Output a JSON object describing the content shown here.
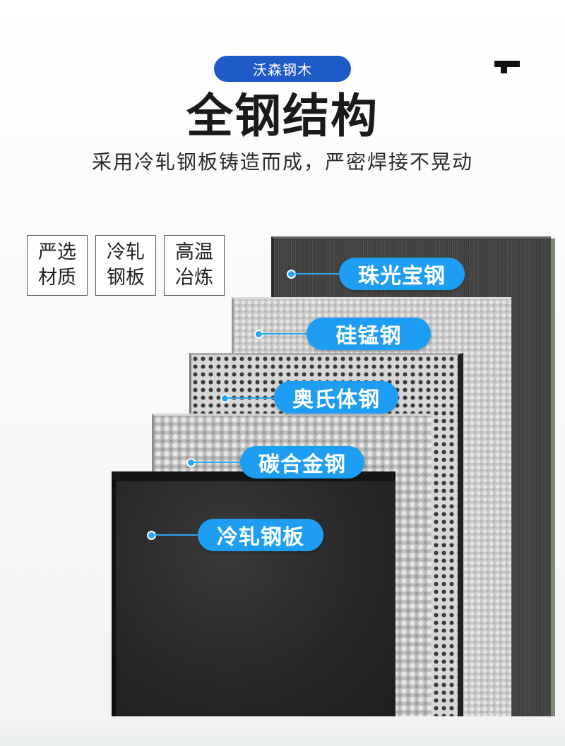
{
  "header": {
    "brand": "沃森钢木",
    "title": "全钢结构",
    "subtitle": "采用冷轧钢板铸造而成，严密焊接不晃动"
  },
  "features": [
    {
      "line1": "严选",
      "line2": "材质"
    },
    {
      "line1": "冷轧",
      "line2": "钢板"
    },
    {
      "line1": "高温",
      "line2": "冶炼"
    }
  ],
  "layers": [
    {
      "label": "珠光宝钢"
    },
    {
      "label": "硅锰钢"
    },
    {
      "label": "奥氏体钢"
    },
    {
      "label": "碳合金钢"
    },
    {
      "label": "冷轧钢板"
    }
  ],
  "colors": {
    "badge": "#1f5bc6",
    "label": "#1e9ef2"
  }
}
